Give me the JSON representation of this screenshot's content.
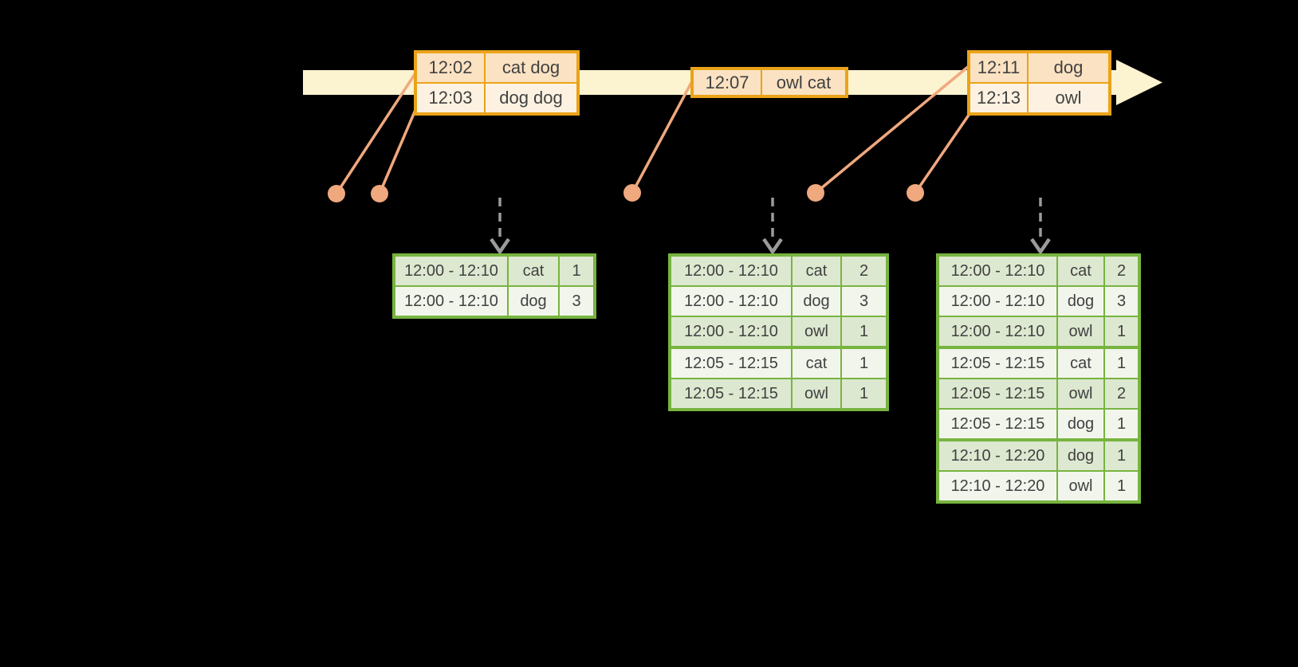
{
  "event_tables": [
    {
      "rows": [
        {
          "time": "12:02",
          "words": "cat dog"
        },
        {
          "time": "12:03",
          "words": "dog dog"
        }
      ]
    },
    {
      "rows": [
        {
          "time": "12:07",
          "words": "owl cat"
        }
      ]
    },
    {
      "rows": [
        {
          "time": "12:11",
          "words": "dog"
        },
        {
          "time": "12:13",
          "words": "owl"
        }
      ]
    }
  ],
  "result_tables": [
    {
      "groups": [
        [
          {
            "window": "12:00 - 12:10",
            "word": "cat",
            "count": "1"
          },
          {
            "window": "12:00 - 12:10",
            "word": "dog",
            "count": "3"
          }
        ]
      ]
    },
    {
      "groups": [
        [
          {
            "window": "12:00 - 12:10",
            "word": "cat",
            "count": "2"
          },
          {
            "window": "12:00 - 12:10",
            "word": "dog",
            "count": "3"
          },
          {
            "window": "12:00 - 12:10",
            "word": "owl",
            "count": "1"
          }
        ],
        [
          {
            "window": "12:05 - 12:15",
            "word": "cat",
            "count": "1"
          },
          {
            "window": "12:05 - 12:15",
            "word": "owl",
            "count": "1"
          }
        ]
      ]
    },
    {
      "groups": [
        [
          {
            "window": "12:00 - 12:10",
            "word": "cat",
            "count": "2"
          },
          {
            "window": "12:00 - 12:10",
            "word": "dog",
            "count": "3"
          },
          {
            "window": "12:00 - 12:10",
            "word": "owl",
            "count": "1"
          }
        ],
        [
          {
            "window": "12:05 - 12:15",
            "word": "cat",
            "count": "1"
          },
          {
            "window": "12:05 - 12:15",
            "word": "owl",
            "count": "2"
          },
          {
            "window": "12:05 - 12:15",
            "word": "dog",
            "count": "1"
          }
        ],
        [
          {
            "window": "12:10 - 12:20",
            "word": "dog",
            "count": "1"
          },
          {
            "window": "12:10 - 12:20",
            "word": "owl",
            "count": "1"
          }
        ]
      ]
    }
  ],
  "colors": {
    "background": "#000000",
    "timeline_band": "#fcf3d0",
    "event_table_border": "#eaa318",
    "event_row_dark": "#fbe2c2",
    "event_row_light": "#fdf2e1",
    "event_dot": "#f0a87e",
    "result_table_border": "#77b43f",
    "result_row_dark": "#dde8d0",
    "result_row_light": "#f2f5ec",
    "trigger_arrow": "#9b9b9b",
    "text": "#414141"
  }
}
